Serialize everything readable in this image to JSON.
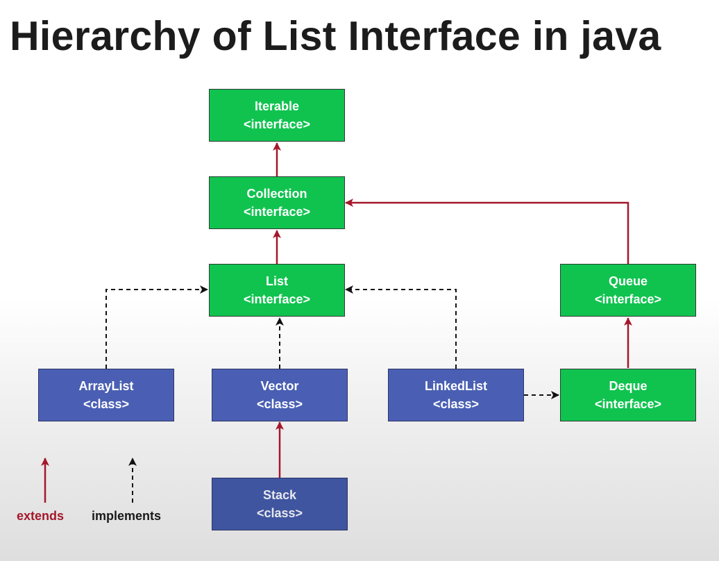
{
  "title": "Hierarchy of List Interface in java",
  "nodes": {
    "iterable": {
      "name": "Iterable",
      "kind": "<interface>"
    },
    "collection": {
      "name": "Collection",
      "kind": "<interface>"
    },
    "list": {
      "name": "List",
      "kind": "<interface>"
    },
    "queue": {
      "name": "Queue",
      "kind": "<interface>"
    },
    "arraylist": {
      "name": "ArrayList",
      "kind": "<class>"
    },
    "vector": {
      "name": "Vector",
      "kind": "<class>"
    },
    "linkedlist": {
      "name": "LinkedList",
      "kind": "<class>"
    },
    "deque": {
      "name": "Deque",
      "kind": "<interface>"
    },
    "stack": {
      "name": "Stack",
      "kind": "<class>"
    }
  },
  "edges": [
    {
      "from": "Collection",
      "to": "Iterable",
      "type": "extends"
    },
    {
      "from": "List",
      "to": "Collection",
      "type": "extends"
    },
    {
      "from": "Queue",
      "to": "Collection",
      "type": "extends"
    },
    {
      "from": "Deque",
      "to": "Queue",
      "type": "extends"
    },
    {
      "from": "Stack",
      "to": "Vector",
      "type": "extends"
    },
    {
      "from": "ArrayList",
      "to": "List",
      "type": "implements"
    },
    {
      "from": "Vector",
      "to": "List",
      "type": "implements"
    },
    {
      "from": "LinkedList",
      "to": "List",
      "type": "implements"
    },
    {
      "from": "LinkedList",
      "to": "Deque",
      "type": "implements"
    }
  ],
  "legend": {
    "extends": {
      "label": "extends",
      "color": "#a4172a"
    },
    "implements": {
      "label": "implements",
      "color": "#1a1a1a"
    }
  },
  "colors": {
    "interface_fill": "#10c34f",
    "class_fill": "#4a5fb3",
    "extends_arrow": "#a4172a",
    "implements_arrow": "#111111"
  }
}
